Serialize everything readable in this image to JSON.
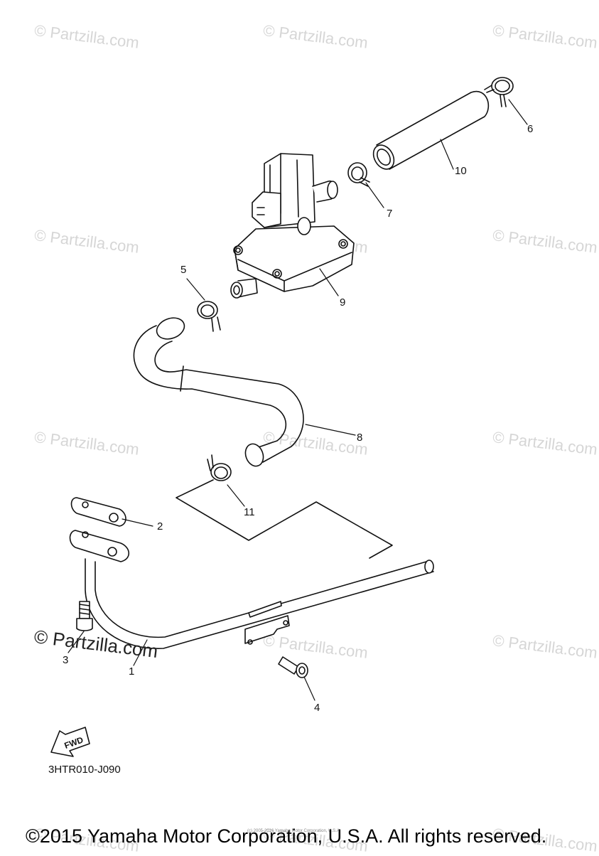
{
  "watermark_text": "© Partzilla.com",
  "callouts": {
    "p1": "1",
    "p2": "2",
    "p3": "3",
    "p4": "4",
    "p5": "5",
    "p6": "6",
    "p7": "7",
    "p8": "8",
    "p9": "9",
    "p10": "10",
    "p11": "11"
  },
  "fwd_label": "FWD",
  "diagram_code": "3HTR010-J090",
  "tiny_copyright": "(c) 2005-2016 Yamaha Motor Corporation, U.S.A.",
  "footer_copyright": "©2015 Yamaha Motor Corporation, U.S.A. All rights reserved."
}
